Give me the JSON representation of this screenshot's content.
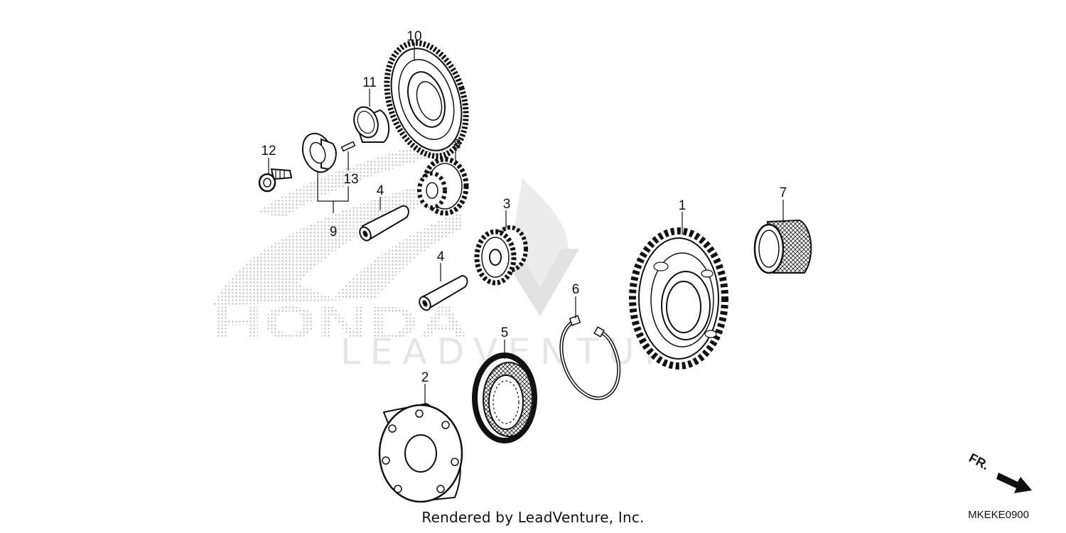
{
  "brand": {
    "logo_text": "HONDA",
    "watermark_text": "LEADVENTURE"
  },
  "callouts": [
    "1",
    "2",
    "3",
    "4",
    "4",
    "5",
    "6",
    "7",
    "8",
    "9",
    "10",
    "11",
    "12",
    "13"
  ],
  "direction_indicator": {
    "label": "FR."
  },
  "footer": {
    "credit": "Rendered by LeadVenture, Inc.",
    "diagram_code": "MKEKE0900"
  },
  "colors": {
    "ink": "#111111",
    "watermark": "#e6e6e6",
    "logo_dots": "#b5b5b5"
  }
}
